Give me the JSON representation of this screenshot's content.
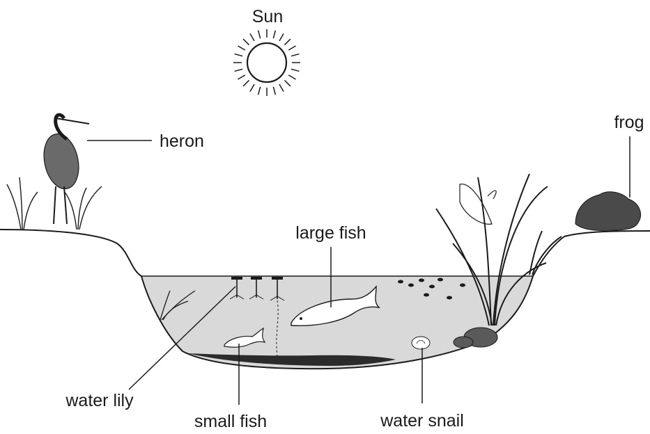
{
  "diagram": {
    "labels": {
      "sun": "Sun",
      "heron": "heron",
      "frog": "frog",
      "large_fish": "large fish",
      "water_lily": "water lily",
      "small_fish": "small fish",
      "water_snail": "water snail"
    },
    "colors": {
      "ink": "#1a1a1a",
      "water": "#d9d9d9",
      "sediment": "#2b2b2b",
      "animal_fill": "#6a6a6a",
      "frog_fill": "#4a4a4a",
      "rock_fill": "#5a5a5a"
    }
  }
}
